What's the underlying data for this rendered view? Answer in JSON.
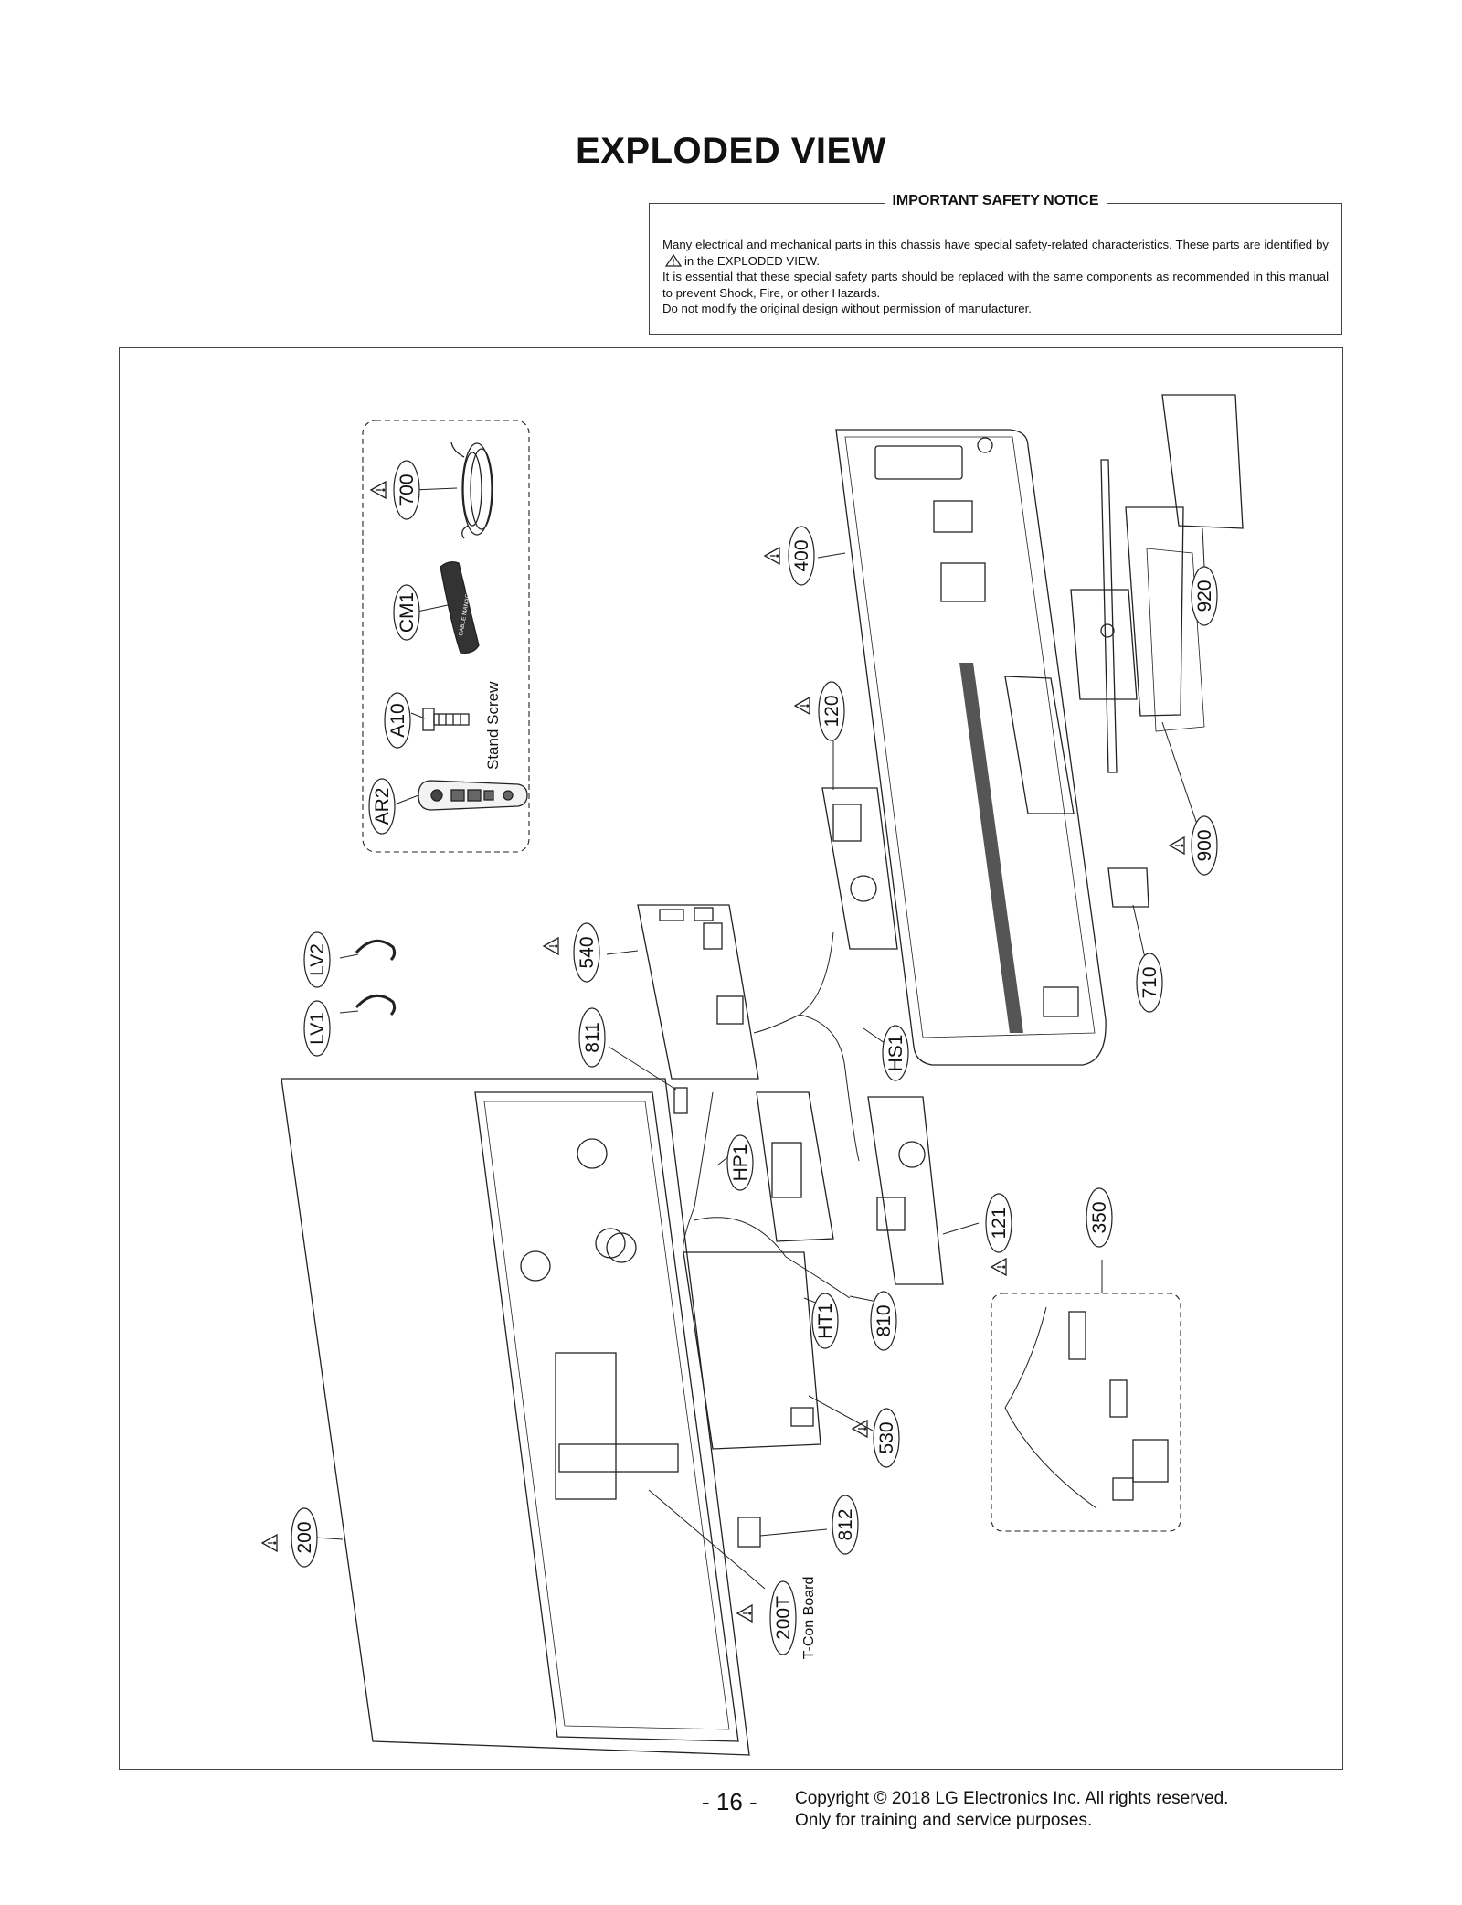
{
  "page": {
    "title": "EXPLODED VIEW",
    "page_number": "- 16 -",
    "copyright_line1": "Copyright © 2018 LG Electronics Inc. All rights reserved.",
    "copyright_line2": "Only for training and service purposes."
  },
  "notice": {
    "title": "IMPORTANT SAFETY NOTICE",
    "line1a": "Many electrical and mechanical parts in this chassis have special safety-related characteristics. These parts are identified by",
    "line1b": "in the EXPLODED VIEW.",
    "line2": "It is essential that these special safety parts should be replaced with the same components as recommended in this manual to prevent Shock, Fire, or other Hazards.",
    "line3": "Do not modify the original design without permission of manufacturer."
  },
  "diagram": {
    "callouts": {
      "c700": "700",
      "cCM1": "CM1",
      "cA10": "A10",
      "cAR2": "AR2",
      "c400": "400",
      "c120": "120",
      "c920": "920",
      "c900": "900",
      "c710": "710",
      "c540": "540",
      "cLV2": "LV2",
      "cLV1": "LV1",
      "c811": "811",
      "cHS1": "HS1",
      "cHP1": "HP1",
      "c121": "121",
      "c350": "350",
      "cHT1": "HT1",
      "c810": "810",
      "c530": "530",
      "c200": "200",
      "c812": "812",
      "c200T": "200T"
    },
    "labels": {
      "stand_screw": "Stand Screw",
      "tcon_board": "T-Con Board",
      "cable_management": "CABLE MANAGEMENT"
    }
  }
}
